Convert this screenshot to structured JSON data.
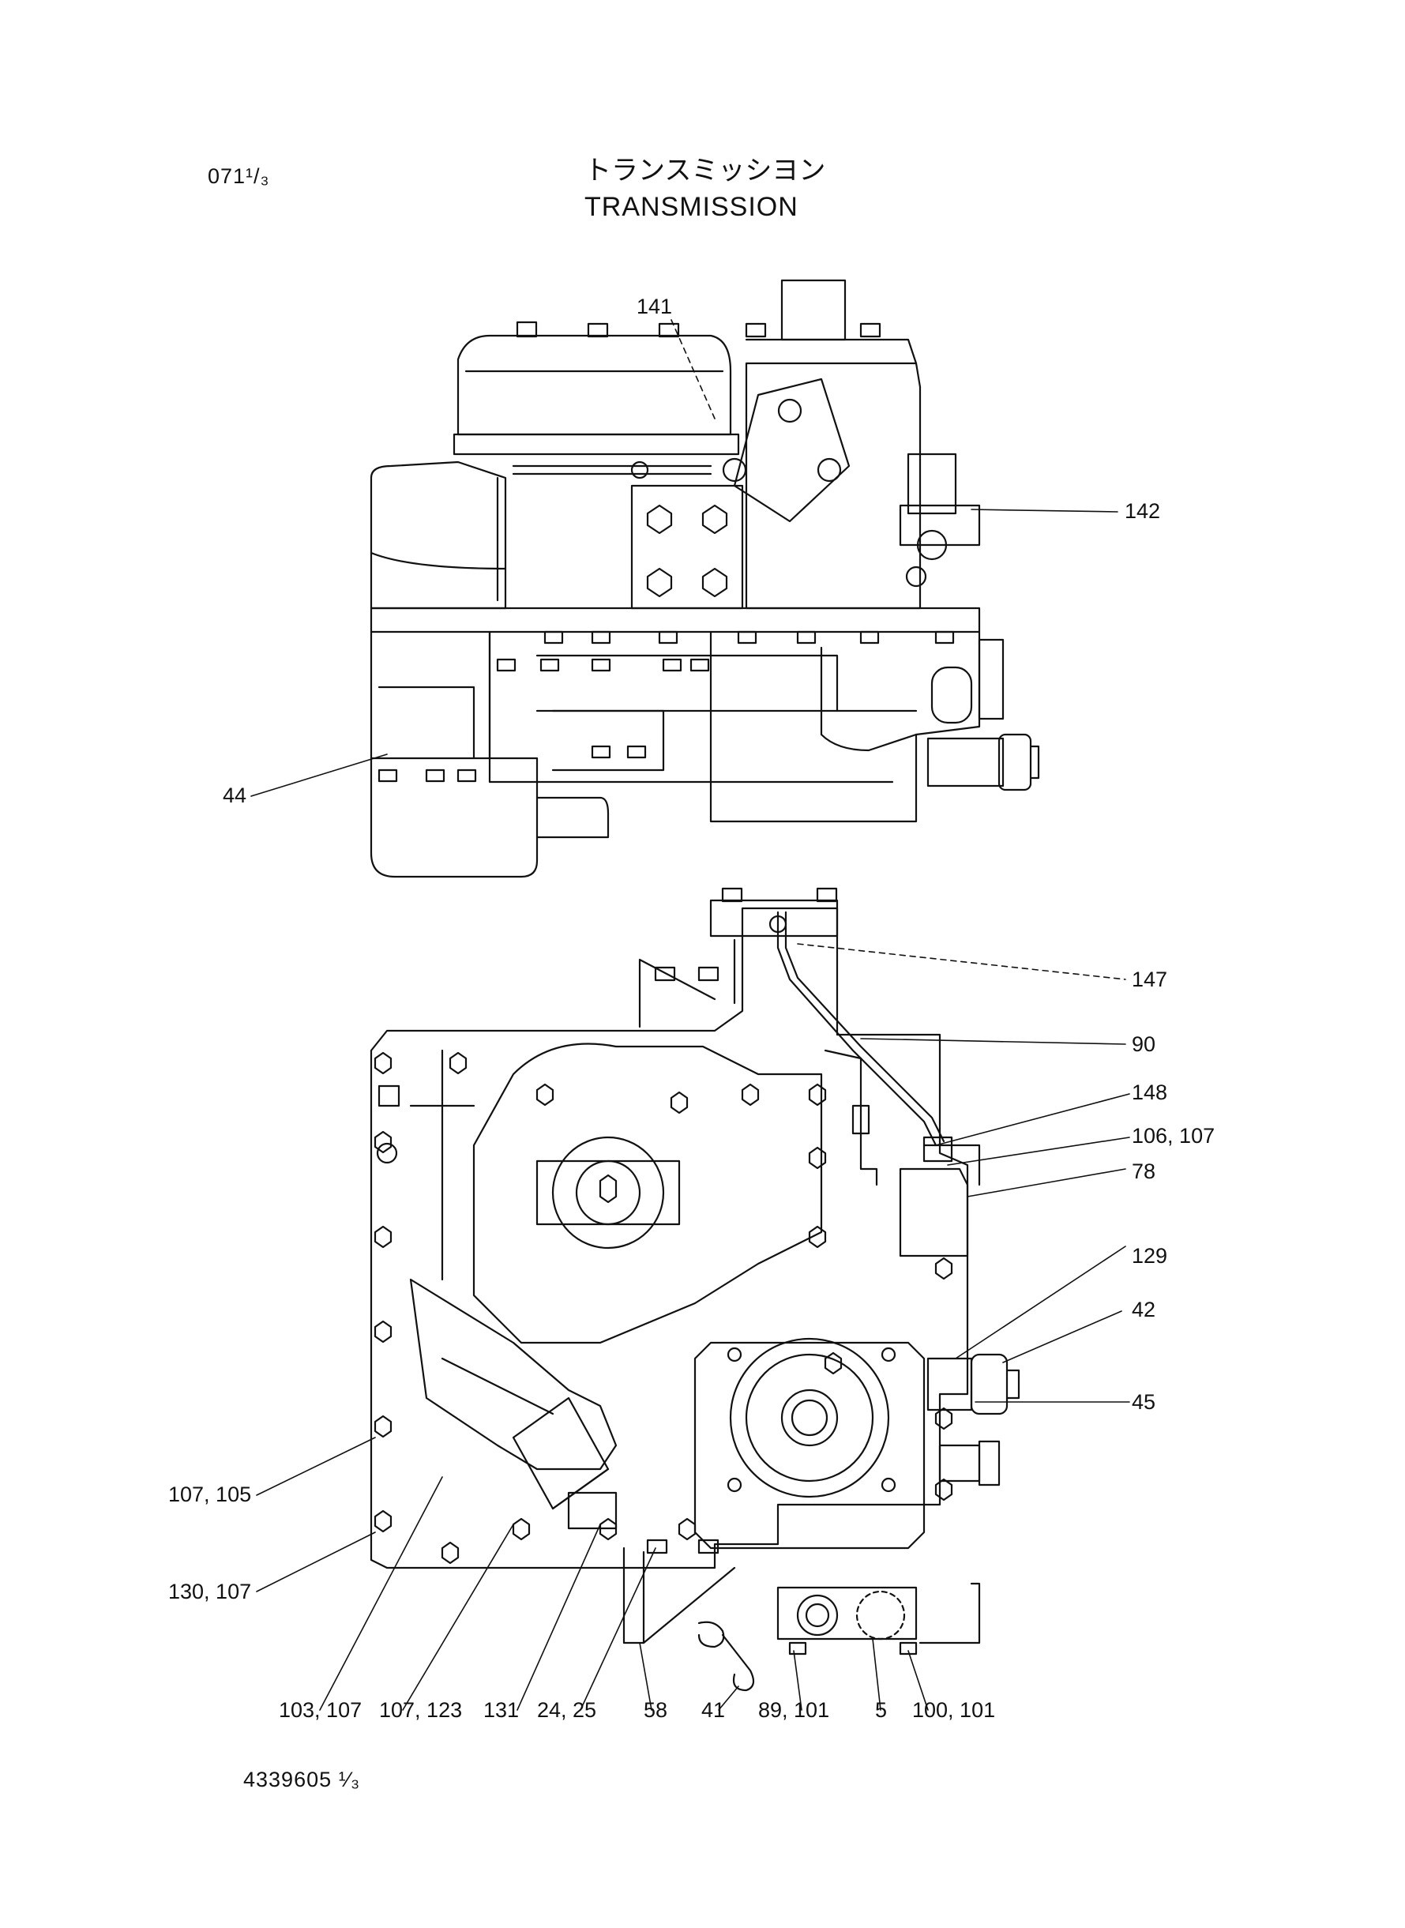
{
  "header": {
    "page_code": "071¹/₃",
    "title_jp": "トランスミッシヨン",
    "title_en": "TRANSMISSION"
  },
  "footer": {
    "drawing_number": "4339605 ¹⁄₃"
  },
  "callouts_top": {
    "c141": "141",
    "c142": "142",
    "c44": "44"
  },
  "callouts_bottom": {
    "c147": "147",
    "c90": "90",
    "c148": "148",
    "c106_107": "106, 107",
    "c78": "78",
    "c129": "129",
    "c42": "42",
    "c45": "45",
    "c107_105": "107, 105",
    "c130_107": "130, 107",
    "c103_107": "103, 107",
    "c107_123": "107, 123",
    "c131": "131",
    "c24_25": "24, 25",
    "c58": "58",
    "c41": "41",
    "c89_101": "89, 101",
    "c5": "5",
    "c100_101": "100, 101"
  }
}
